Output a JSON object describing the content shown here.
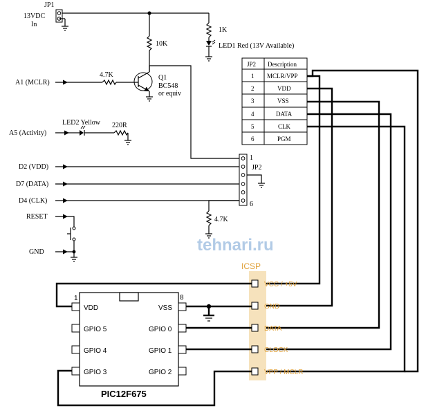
{
  "labels": {
    "jp1": "JP1",
    "vin": "13VDC",
    "vin_in": "In",
    "r10k": "10K",
    "r1k": "1K",
    "led1": "LED1 Red (13V Available)",
    "r47k_base": "4.7K",
    "q1": "Q1",
    "q1_part": "BC548",
    "q1_equiv": "or equiv",
    "a1": "A1 (MCLR)",
    "led2": "LED2 Yellow",
    "r220": "220R",
    "a5": "A5 (Activity)",
    "d2": "D2 (VDD)",
    "d7": "D7 (DATA)",
    "d4": "D4 (CLK)",
    "jp2": "JP2",
    "jp2_pin1": "1",
    "jp2_pin6": "6",
    "r47k_pd": "4.7K",
    "reset": "RESET",
    "gnd": "GND",
    "watermark": "tehnari.ru"
  },
  "jp2_table": {
    "headers": [
      "JP2",
      "Description"
    ],
    "rows": [
      [
        "1",
        "MCLR/VPP"
      ],
      [
        "2",
        "VDD"
      ],
      [
        "3",
        "VSS"
      ],
      [
        "4",
        "DATA"
      ],
      [
        "5",
        "CLK"
      ],
      [
        "6",
        "PGM"
      ]
    ]
  },
  "icsp": {
    "title": "ICSP",
    "pins": [
      "VCC / +5V",
      "GND",
      "DATA",
      "CLOCK",
      "VPP / MCLR"
    ],
    "color": "#e0a13a",
    "band_color": "#f6e2bc"
  },
  "chip": {
    "name": "PIC12F675",
    "pin1": "1",
    "pin8": "8",
    "left_pins": [
      "VDD",
      "GPIO 5",
      "GPIO 4",
      "GPIO 3"
    ],
    "right_pins": [
      "VSS",
      "GPIO 0",
      "GPIO 1",
      "GPIO 2"
    ]
  },
  "colors": {
    "ink": "#000000",
    "watermark": "#7fa8d6"
  }
}
